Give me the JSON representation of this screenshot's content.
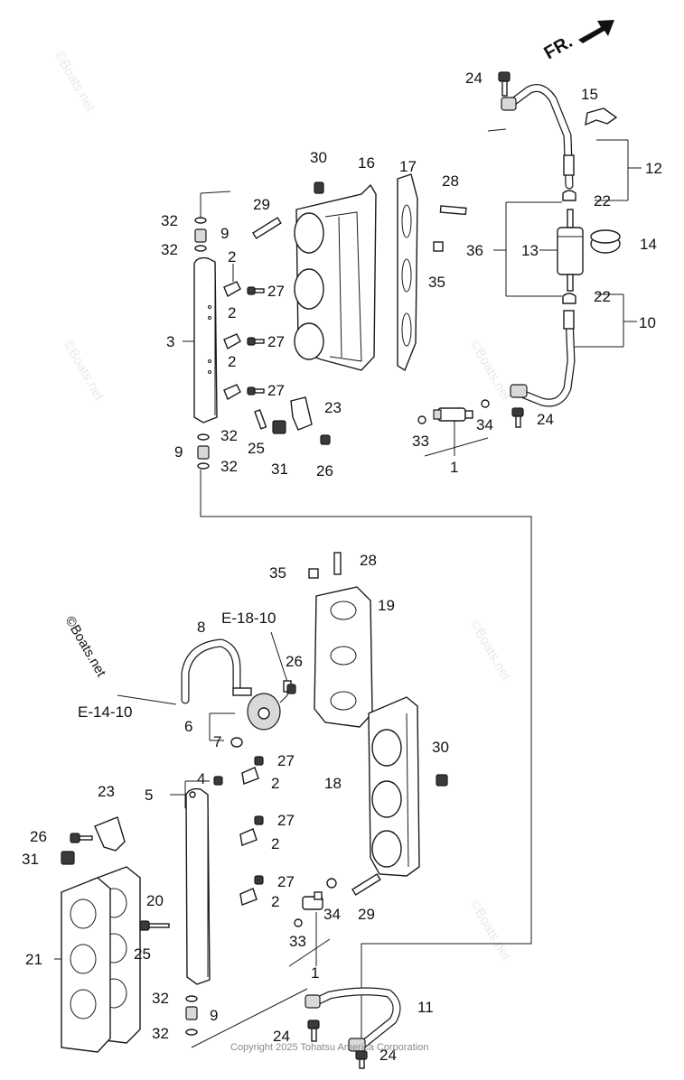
{
  "direction_label": "FR.",
  "brand_label": "©Boats.net",
  "watermark_text": "©Boats.net",
  "copyright": "Copyright 2025 Tohatsu America Corporation",
  "references": {
    "ref_e18": "E-18-10",
    "ref_e14": "E-14-10"
  },
  "callouts": {
    "c24a": "24",
    "c15": "15",
    "c12": "12",
    "c30a": "30",
    "c16": "16",
    "c17": "17",
    "c28a": "28",
    "c22a": "22",
    "c29a": "29",
    "c32a": "32",
    "c9a": "9",
    "c32b": "32",
    "c2a": "2",
    "c27a": "27",
    "c2b": "2",
    "c36": "36",
    "c13": "13",
    "c14": "14",
    "c35a": "35",
    "c22b": "22",
    "c3": "3",
    "c27b": "27",
    "c10": "10",
    "c2c": "2",
    "c27c": "27",
    "c23a": "23",
    "c34a": "34",
    "c24b": "24",
    "c32c": "32",
    "c25a": "25",
    "c33a": "33",
    "c9b": "9",
    "c1a": "1",
    "c32d": "32",
    "c31a": "31",
    "c26a": "26",
    "c35b": "35",
    "c28b": "28",
    "c19": "19",
    "c8": "8",
    "c26b": "26",
    "c6": "6",
    "c7": "7",
    "c30b": "30",
    "c27d": "27",
    "c4": "4",
    "c2d": "2",
    "c5": "5",
    "c18": "18",
    "c23b": "23",
    "c27e": "27",
    "c26c": "26",
    "c2e": "2",
    "c31b": "31",
    "c27f": "27",
    "c20": "20",
    "c2f": "2",
    "c34b": "34",
    "c29b": "29",
    "c21": "21",
    "c25b": "25",
    "c33b": "33",
    "c1b": "1",
    "c11": "11",
    "c32e": "32",
    "c9c": "9",
    "c32f": "32",
    "c24c": "24",
    "c24d": "24"
  }
}
